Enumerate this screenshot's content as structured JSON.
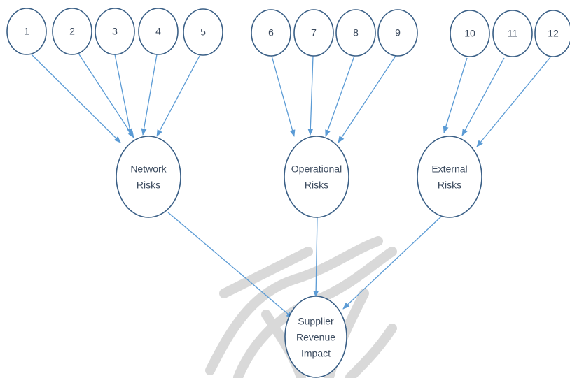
{
  "nodes": {
    "n1": {
      "label": "1"
    },
    "n2": {
      "label": "2"
    },
    "n3": {
      "label": "3"
    },
    "n4": {
      "label": "4"
    },
    "n5": {
      "label": "5"
    },
    "n6": {
      "label": "6"
    },
    "n7": {
      "label": "7"
    },
    "n8": {
      "label": "8"
    },
    "n9": {
      "label": "9"
    },
    "n10": {
      "label": "10"
    },
    "n11": {
      "label": "11"
    },
    "n12": {
      "label": "12"
    },
    "network": {
      "line1": "Network",
      "line2": "Risks"
    },
    "operational": {
      "line1": "Operational",
      "line2": "Risks"
    },
    "external": {
      "line1": "External",
      "line2": "Risks"
    },
    "supplier": {
      "line1": "Supplier",
      "line2": "Revenue",
      "line3": "Impact"
    }
  },
  "edges": [
    {
      "from": "1",
      "to": "Network Risks"
    },
    {
      "from": "2",
      "to": "Network Risks"
    },
    {
      "from": "3",
      "to": "Network Risks"
    },
    {
      "from": "4",
      "to": "Network Risks"
    },
    {
      "from": "5",
      "to": "Network Risks"
    },
    {
      "from": "6",
      "to": "Operational Risks"
    },
    {
      "from": "7",
      "to": "Operational Risks"
    },
    {
      "from": "8",
      "to": "Operational Risks"
    },
    {
      "from": "9",
      "to": "Operational Risks"
    },
    {
      "from": "10",
      "to": "External Risks"
    },
    {
      "from": "11",
      "to": "External Risks"
    },
    {
      "from": "12",
      "to": "External Risks"
    },
    {
      "from": "Network Risks",
      "to": "Supplier Revenue Impact"
    },
    {
      "from": "Operational Risks",
      "to": "Supplier Revenue Impact"
    },
    {
      "from": "External Risks",
      "to": "Supplier Revenue Impact"
    }
  ],
  "colors": {
    "node_stroke": "#3a5f86",
    "edge": "#5b9bd5",
    "text": "#3b4a5e",
    "watermark": "#d9d9d9"
  }
}
